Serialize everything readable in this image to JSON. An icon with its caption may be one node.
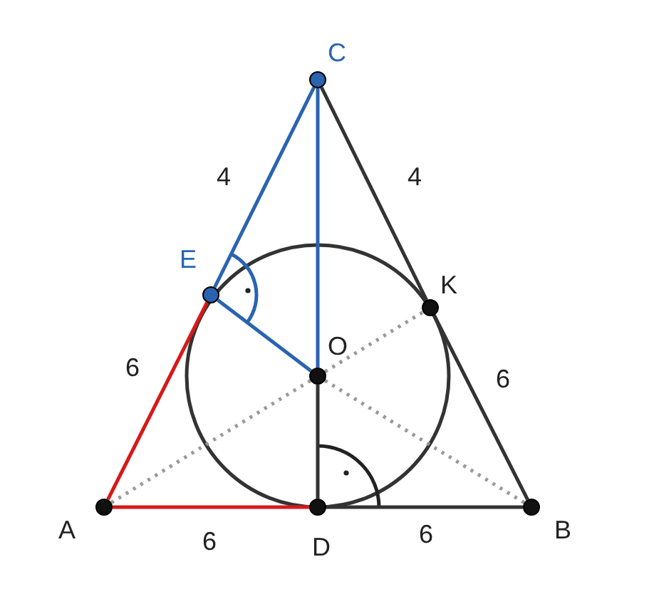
{
  "diagram": {
    "nodes": [
      {
        "text": [],
        "shape": "circle",
        "beside": [
          "C"
        ]
      },
      {
        "text": [],
        "shape": "circle",
        "beside": [
          "E"
        ]
      },
      {
        "text": [],
        "shape": "circle",
        "beside": [
          "K"
        ]
      },
      {
        "text": [],
        "shape": "circle",
        "beside": [
          "O"
        ]
      },
      {
        "text": [],
        "shape": "circle",
        "beside": [
          "A"
        ]
      },
      {
        "text": [],
        "shape": "circle",
        "beside": [
          "D"
        ]
      },
      {
        "text": [],
        "shape": "circle",
        "beside": [
          "B"
        ]
      }
    ],
    "edges": [
      {
        "from": 0,
        "to": 1,
        "arrow": "none",
        "label": "4",
        "color": "#2a64b0"
      },
      {
        "from": 0,
        "to": 2,
        "arrow": "none",
        "label": "4"
      },
      {
        "from": 0,
        "to": 3,
        "arrow": "none",
        "color": "#2a64b0"
      },
      {
        "from": 1,
        "to": 3,
        "arrow": "none",
        "color": "#2a64b0"
      },
      {
        "from": 1,
        "to": 4,
        "arrow": "none",
        "label": "6",
        "color": "#d81818"
      },
      {
        "from": 2,
        "to": 6,
        "arrow": "none",
        "label": "6"
      },
      {
        "from": 4,
        "to": 5,
        "arrow": "none",
        "label": "6",
        "color": "#d81818"
      },
      {
        "from": 5,
        "to": 6,
        "arrow": "none",
        "label": "6"
      },
      {
        "from": 3,
        "to": 5,
        "arrow": "none"
      },
      {
        "from": 4,
        "to": 3,
        "arrow": "none",
        "style": "dashed",
        "color": "#999999"
      },
      {
        "from": 3,
        "to": 2,
        "arrow": "none",
        "style": "dashed",
        "color": "#999999"
      },
      {
        "from": 6,
        "to": 3,
        "arrow": "none",
        "style": "dashed",
        "color": "#999999"
      }
    ]
  }
}
